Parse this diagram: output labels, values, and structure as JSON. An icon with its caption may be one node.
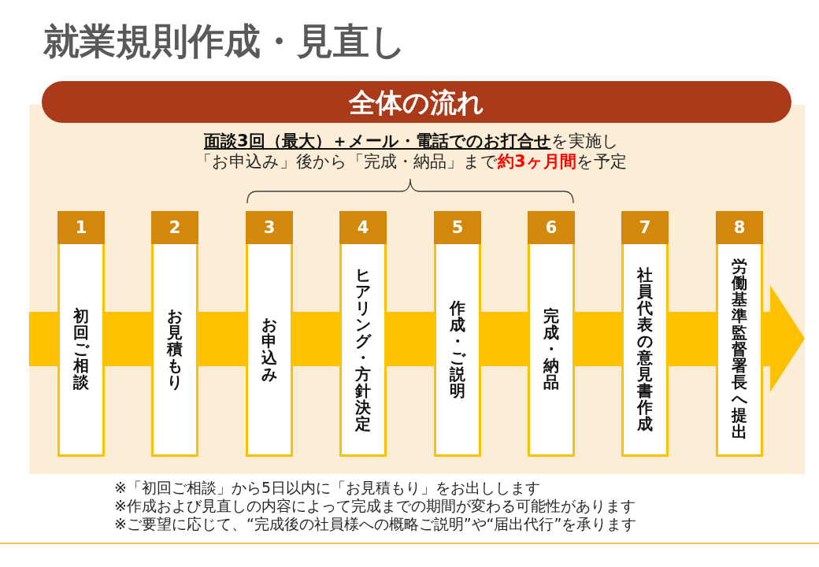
{
  "diagram": {
    "title": "就業規則作成・見直し",
    "nodes": [
      {
        "text": [
          "全体の流れ"
        ]
      },
      {
        "text": [
          "1",
          "初回ご相談"
        ]
      },
      {
        "text": [
          "2",
          "お見積もり"
        ]
      },
      {
        "text": [
          "3",
          "お申込み"
        ]
      },
      {
        "text": [
          "4",
          "ヒアリング・方針決定"
        ]
      },
      {
        "text": [
          "5",
          "作成・ご説明"
        ]
      },
      {
        "text": [
          "6",
          "完成・納品"
        ]
      },
      {
        "text": [
          "7",
          "社員代表の意見書作成"
        ]
      },
      {
        "text": [
          "8",
          "労働基準監督署長へ提出"
        ]
      }
    ],
    "labels": [
      "**面談3回（最大）＋メール・電話でのお打合せ**を実施し",
      "「お申込み」後から「完成・納品」まで**約3ヶ月間**を予定",
      "※「初回ご相談」から5日以内に「お見積もり」をお出しします",
      "※作成および見直しの内容によって完成までの期間が変わる可能性があります",
      "※ご要望に応じて、“完成後の社員様への概略ご説明”や“届出代行”を承ります"
    ]
  }
}
